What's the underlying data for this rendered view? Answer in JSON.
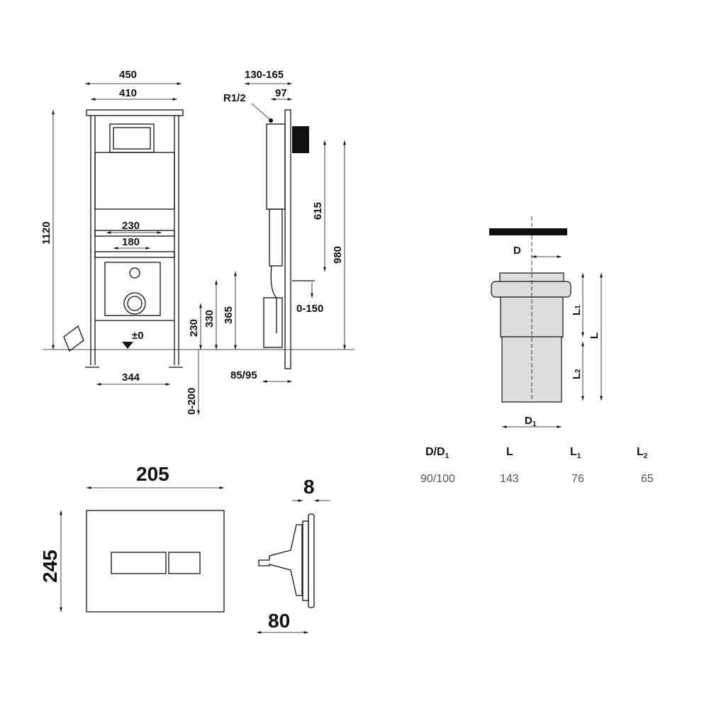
{
  "front_view": {
    "width_outer": "450",
    "width_inner": "410",
    "height": "1120",
    "w230": "230",
    "w180": "180",
    "h230": "230",
    "h330": "330",
    "h365": "365",
    "w344": "344",
    "adj": "0-200",
    "zero": "±0"
  },
  "side_view": {
    "depth": "130-165",
    "w97": "97",
    "thread": "R1/2",
    "h615": "615",
    "h980": "980",
    "adj": "0-150",
    "w8595": "85/95"
  },
  "pipe": {
    "d_label": "D",
    "d1_label": "D",
    "l_label": "L",
    "l1_label": "L",
    "l2_label": "L",
    "sub1": "1",
    "sub2": "2"
  },
  "table": {
    "headers": [
      "D/D",
      "L",
      "L",
      "L"
    ],
    "header_subs": [
      "1",
      "",
      "1",
      "2"
    ],
    "row": [
      "90/100",
      "143",
      "76",
      "65"
    ]
  },
  "flush_plate": {
    "width": "205",
    "height": "245",
    "thickness": "8",
    "depth": "80"
  }
}
